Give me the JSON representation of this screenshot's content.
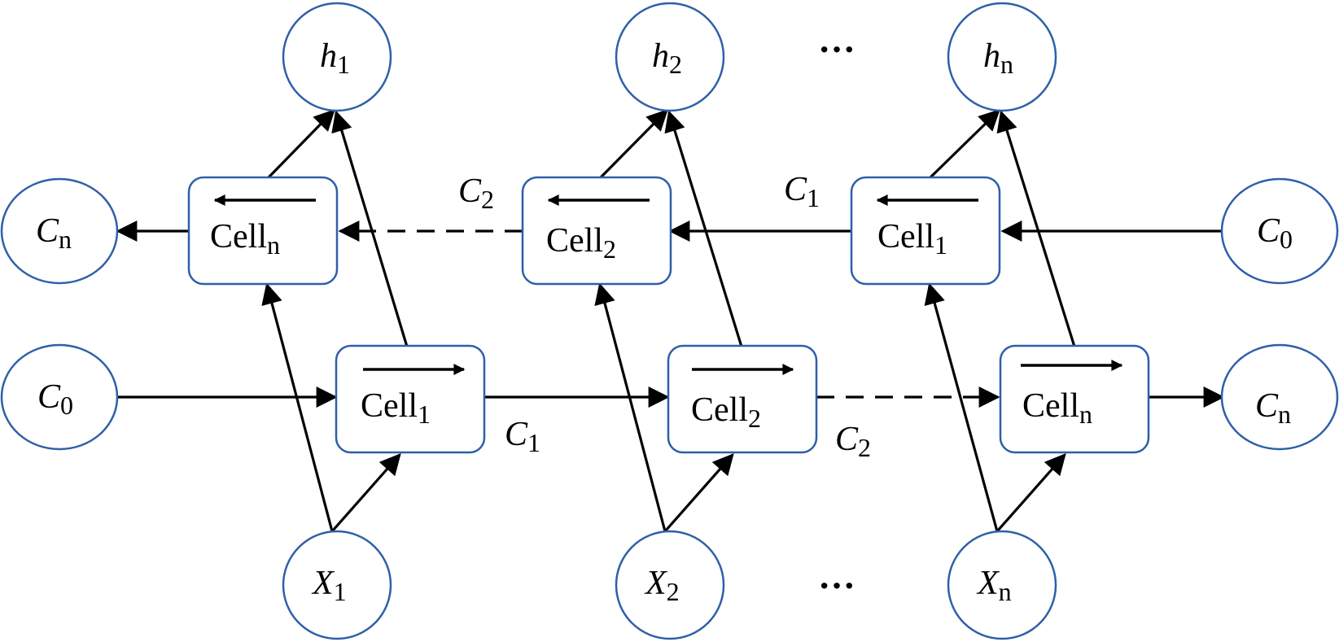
{
  "outputs": [
    {
      "main": "h",
      "sub": "1"
    },
    {
      "main": "h",
      "sub": "2"
    },
    {
      "main": "h",
      "sub": "n"
    }
  ],
  "inputs": [
    {
      "main": "X",
      "sub": "1"
    },
    {
      "main": "X",
      "sub": "2"
    },
    {
      "main": "X",
      "sub": "n"
    }
  ],
  "ellipsis": "···",
  "backward_layer": {
    "start_state": {
      "main": "C",
      "sub": "0"
    },
    "end_state": {
      "main": "C",
      "sub": "n"
    },
    "cells": [
      {
        "main": "Cell",
        "sub": "1"
      },
      {
        "main": "Cell",
        "sub": "2"
      },
      {
        "main": "Cell",
        "sub": "n"
      }
    ],
    "links": [
      {
        "main": "C",
        "sub": "1"
      },
      {
        "main": "C",
        "sub": "2"
      }
    ],
    "direction": "left"
  },
  "forward_layer": {
    "start_state": {
      "main": "C",
      "sub": "0"
    },
    "end_state": {
      "main": "C",
      "sub": "n"
    },
    "cells": [
      {
        "main": "Cell",
        "sub": "1"
      },
      {
        "main": "Cell",
        "sub": "2"
      },
      {
        "main": "Cell",
        "sub": "n"
      }
    ],
    "links": [
      {
        "main": "C",
        "sub": "1"
      },
      {
        "main": "C",
        "sub": "2"
      }
    ],
    "direction": "right"
  }
}
